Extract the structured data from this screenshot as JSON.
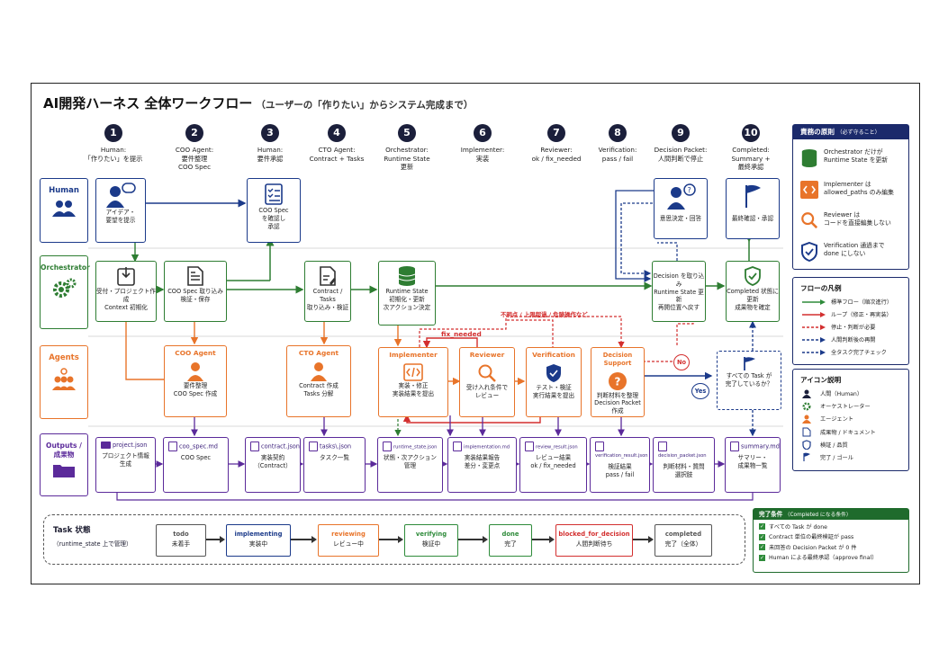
{
  "title": {
    "main": "AI開発ハーネス 全体ワークフロー",
    "sub": "（ユーザーの「作りたい」からシステム完成まで）"
  },
  "steps": [
    {
      "num": "1",
      "l1": "Human:",
      "l2": "「作りたい」を提示"
    },
    {
      "num": "2",
      "l1": "COO Agent:",
      "l2": "要件整理",
      "l3": "COO Spec"
    },
    {
      "num": "3",
      "l1": "Human:",
      "l2": "要件承認"
    },
    {
      "num": "4",
      "l1": "CTO Agent:",
      "l2": "Contract + Tasks"
    },
    {
      "num": "5",
      "l1": "Orchestrator:",
      "l2": "Runtime State",
      "l3": "更新"
    },
    {
      "num": "6",
      "l1": "Implementer:",
      "l2": "実装"
    },
    {
      "num": "7",
      "l1": "Reviewer:",
      "l2": "ok / fix_needed"
    },
    {
      "num": "8",
      "l1": "Verification:",
      "l2": "pass / fail"
    },
    {
      "num": "9",
      "l1": "Decision Packet:",
      "l2": "人間判断で停止"
    },
    {
      "num": "10",
      "l1": "Completed:",
      "l2": "Summary +",
      "l3": "最終承認"
    }
  ],
  "lanes": {
    "human": "Human",
    "orchestrator": "Orchestrator",
    "agents": "Agents",
    "outputs_l1": "Outputs /",
    "outputs_l2": "成果物"
  },
  "human_cards": {
    "idea": {
      "l1": "アイデア・",
      "l2": "要望を提示"
    },
    "approve_spec": {
      "l1": "COO Spec",
      "l2": "を確認し",
      "l3": "承認"
    },
    "decide": {
      "l1": "意思決定・回答"
    },
    "final": {
      "l1": "最終確認・承認"
    }
  },
  "orch_cards": {
    "receive": {
      "l1": "受付・プロジェクト作成",
      "l2": "Context 初期化"
    },
    "spec_save": {
      "l1": "COO Spec 取り込み",
      "l2": "検証・保存"
    },
    "contract": {
      "l1": "Contract / Tasks",
      "l2": "取り込み・検証"
    },
    "runtime": {
      "l1": "Runtime State",
      "l2": "初期化・更新",
      "l3": "次アクション決定"
    },
    "decision": {
      "l1": "Decision を取り込み",
      "l2": "Runtime State 更新",
      "l3": "再開位置へ戻す"
    },
    "completed": {
      "l1": "Completed 状態に更新",
      "l2": "成果物を確定"
    }
  },
  "agent_cards": {
    "coo": {
      "h": "COO Agent",
      "l1": "要件整理",
      "l2": "COO Spec 作成"
    },
    "cto": {
      "h": "CTO Agent",
      "l1": "Contract 作成",
      "l2": "Tasks 分解"
    },
    "impl": {
      "h": "Implementer",
      "l1": "実装・修正",
      "l2": "実装結果を提出"
    },
    "review": {
      "h": "Reviewer",
      "l1": "受け入れ条件で",
      "l2": "レビュー"
    },
    "verify": {
      "h": "Verification",
      "l1": "テスト・検証",
      "l2": "実行結果を提出"
    },
    "decision": {
      "h": "Decision Support",
      "l1": "判断材料を整理",
      "l2": "Decision Packet 作成"
    },
    "check": {
      "l1": "すべての Task が",
      "l2": "完了しているか？"
    }
  },
  "flow_labels": {
    "fix_needed": "fix_needed",
    "stop_reasons": "不明点 / 上限超過 / 危険操作など",
    "no": "No",
    "yes": "Yes"
  },
  "outputs": [
    {
      "file": "project.json",
      "l1": "プロジェクト情報",
      "l2": "生成"
    },
    {
      "file": "coo_spec.md",
      "l1": "COO Spec",
      "l2": ""
    },
    {
      "file": "contract.json",
      "l1": "実装契約",
      "l2": "（Contract）"
    },
    {
      "file": "tasks\\.json",
      "l1": "タスク一覧",
      "l2": ""
    },
    {
      "file": "runtime_state.json",
      "l1": "状態・次アクション",
      "l2": "管理"
    },
    {
      "file": "implementation.md",
      "l1": "実装結果報告",
      "l2": "差分・変更点"
    },
    {
      "file": "review_result.json",
      "l1": "レビュー結果",
      "l2": "ok / fix_needed"
    },
    {
      "file": "verification_result.json",
      "l1": "検証結果",
      "l2": "pass / fail"
    },
    {
      "file": "decision_packet.json",
      "l1": "判断材料・質問",
      "l2": "選択肢"
    },
    {
      "file": "summary.md",
      "l1": "サマリー・",
      "l2": "成果物一覧"
    }
  ],
  "task_states": {
    "title": "Task 状態",
    "subtitle": "（runtime_state 上で管理）",
    "items": [
      {
        "state": "todo",
        "label": "未着手",
        "color": "#555555"
      },
      {
        "state": "implementing",
        "label": "実装中",
        "color": "#1b3a8a"
      },
      {
        "state": "reviewing",
        "label": "レビュー中",
        "color": "#e8742a"
      },
      {
        "state": "verifying",
        "label": "検証中",
        "color": "#2e8b3a"
      },
      {
        "state": "done",
        "label": "完了",
        "color": "#2e8b3a"
      },
      {
        "state": "blocked_for_decision",
        "label": "人間判断待ち",
        "color": "#d32f2f"
      },
      {
        "state": "completed",
        "label": "完了（全体）",
        "color": "#555555"
      }
    ]
  },
  "principles": {
    "title": "責務の原則",
    "note": "（必ず守ること）",
    "items": [
      {
        "a": "Orchestrator だけが",
        "b": "Runtime State を更新"
      },
      {
        "a": "Implementer は",
        "b": "allowed_paths のみ編集"
      },
      {
        "a": "Reviewer は",
        "b": "コードを直接編集しない"
      },
      {
        "a": "Verification 通過まで",
        "b": "done にしない"
      }
    ]
  },
  "legend": {
    "title": "フローの凡例",
    "items": [
      {
        "label": "標準フロー（順次進行）",
        "color": "#2e8b3a",
        "dash": false
      },
      {
        "label": "ループ（修正・再実装）",
        "color": "#d32f2f",
        "dash": false
      },
      {
        "label": "停止・判断が必要",
        "color": "#d32f2f",
        "dash": true
      },
      {
        "label": "人間判断後の再開",
        "color": "#1b3a8a",
        "dash": true
      },
      {
        "label": "全タスク完了チェック",
        "color": "#1b3a8a",
        "dash": true
      }
    ]
  },
  "icon_legend": {
    "title": "アイコン説明",
    "items": [
      {
        "label": "人間（Human）",
        "icon": "person-icon"
      },
      {
        "label": "オーケストレーター",
        "icon": "gear-icon"
      },
      {
        "label": "エージェント",
        "icon": "agent-icon"
      },
      {
        "label": "成果物 / ドキュメント",
        "icon": "document-icon"
      },
      {
        "label": "検証 / 品質",
        "icon": "shield-icon"
      },
      {
        "label": "完了 / ゴール",
        "icon": "flag-icon"
      }
    ]
  },
  "completion": {
    "title": "完了条件",
    "note": "（Completed になる条件）",
    "items": [
      "すべての Task が done",
      "Contract 単位の最終検証が pass",
      "未回答の Decision Packet が 0 件",
      "Human による最終承認（approve final）"
    ]
  },
  "colors": {
    "human": "#1b3a8a",
    "orchestrator": "#2e7d32",
    "agents": "#e8742a",
    "outputs": "#5b2a9a",
    "alert": "#d32f2f"
  }
}
